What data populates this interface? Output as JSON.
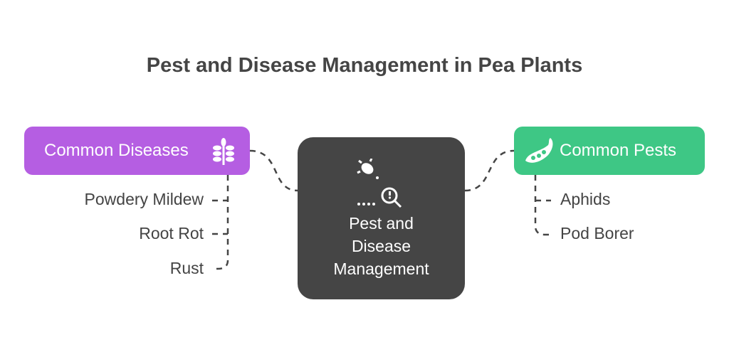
{
  "title": "Pest and Disease Management in Pea Plants",
  "center": {
    "line1": "Pest and",
    "line2": "Disease",
    "line3": "Management"
  },
  "diseases": {
    "label": "Common Diseases",
    "items": [
      "Powdery Mildew",
      "Root Rot",
      "Rust"
    ]
  },
  "pests": {
    "label": "Common Pests",
    "items": [
      "Aphids",
      "Pod Borer"
    ]
  },
  "colors": {
    "diseases": "#b55ee2",
    "pests": "#3ec785",
    "center": "#454545"
  }
}
